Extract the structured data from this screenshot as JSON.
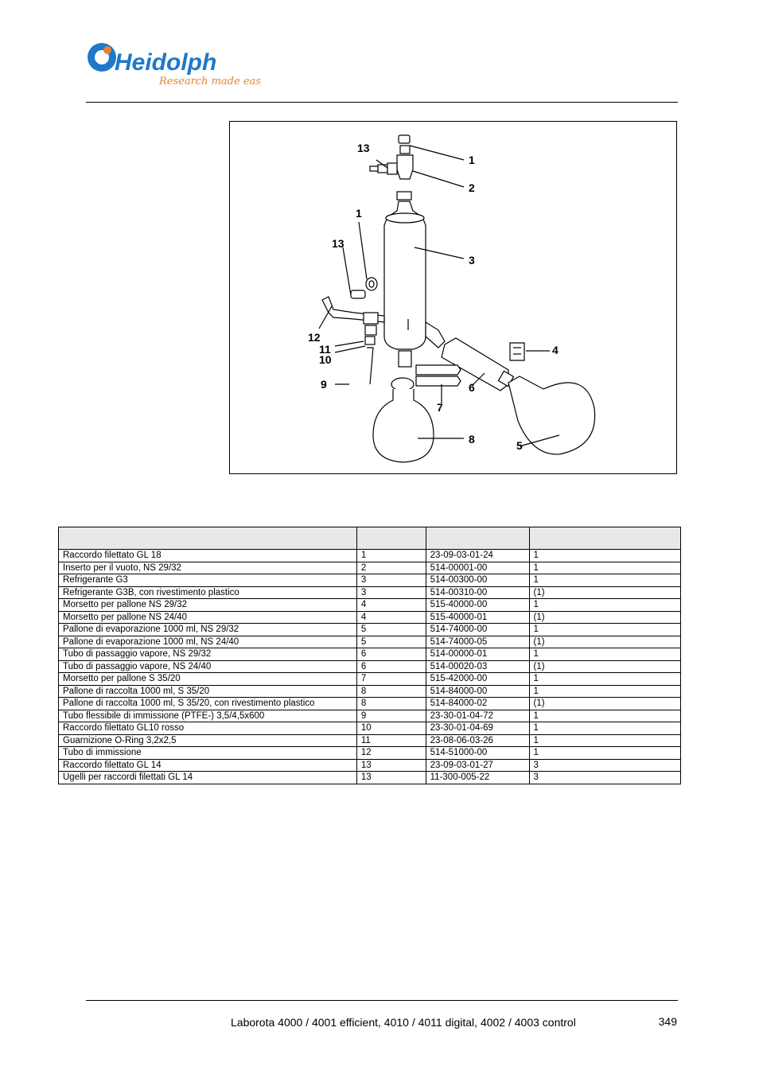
{
  "header": {
    "brand": "Heidolph",
    "tagline": "Research made easy",
    "brand_color": "#1f78c8",
    "tagline_color": "#e8832a"
  },
  "figure": {
    "callouts": [
      "1",
      "2",
      "3",
      "4",
      "5",
      "6",
      "7",
      "8",
      "9",
      "10",
      "11",
      "12",
      "13"
    ]
  },
  "table": {
    "headers": [
      "",
      "",
      "",
      ""
    ],
    "rows": [
      [
        "Raccordo filettato GL 18",
        "1",
        "23-09-03-01-24",
        "1"
      ],
      [
        "Inserto per il vuoto, NS 29/32",
        "2",
        "514-00001-00",
        "1"
      ],
      [
        "Refrigerante G3",
        "3",
        "514-00300-00",
        "1"
      ],
      [
        "Refrigerante G3B, con rivestimento plastico",
        "3",
        "514-00310-00",
        "(1)"
      ],
      [
        "Morsetto per pallone NS 29/32",
        "4",
        "515-40000-00",
        "1"
      ],
      [
        "Morsetto per pallone NS 24/40",
        "4",
        "515-40000-01",
        "(1)"
      ],
      [
        "Pallone di evaporazione 1000 ml, NS 29/32",
        "5",
        "514-74000-00",
        "1"
      ],
      [
        "Pallone di evaporazione 1000 ml, NS 24/40",
        "5",
        "514-74000-05",
        "(1)"
      ],
      [
        "Tubo di passaggio vapore, NS 29/32",
        "6",
        "514-00000-01",
        "1"
      ],
      [
        "Tubo di passaggio vapore, NS 24/40",
        "6",
        "514-00020-03",
        "(1)"
      ],
      [
        "Morsetto per pallone S 35/20",
        "7",
        "515-42000-00",
        "1"
      ],
      [
        "Pallone di raccolta 1000 ml, S 35/20",
        "8",
        "514-84000-00",
        "1"
      ],
      [
        "Pallone di raccolta 1000 ml, S 35/20, con rivestimento plastico",
        "8",
        "514-84000-02",
        "(1)"
      ],
      [
        "Tubo flessibile di immissione (PTFE-) 3,5/4,5x600",
        "9",
        "23-30-01-04-72",
        "1"
      ],
      [
        "Raccordo filettato GL10 rosso",
        "10",
        "23-30-01-04-69",
        "1"
      ],
      [
        "Guarnizione O-Ring 3,2x2,5",
        "11",
        "23-08-06-03-26",
        "1"
      ],
      [
        "Tubo di immissione",
        "12",
        "514-51000-00",
        "1"
      ],
      [
        "Raccordo filettato GL 14",
        "13",
        "23-09-03-01-27",
        "3"
      ],
      [
        "Ugelli per raccordi filettati GL 14",
        "13",
        "11-300-005-22",
        "3"
      ]
    ]
  },
  "footer": {
    "title": "Laborota 4000 / 4001 efficient, 4010 / 4011 digital, 4002 / 4003 control",
    "page_number": "349"
  }
}
